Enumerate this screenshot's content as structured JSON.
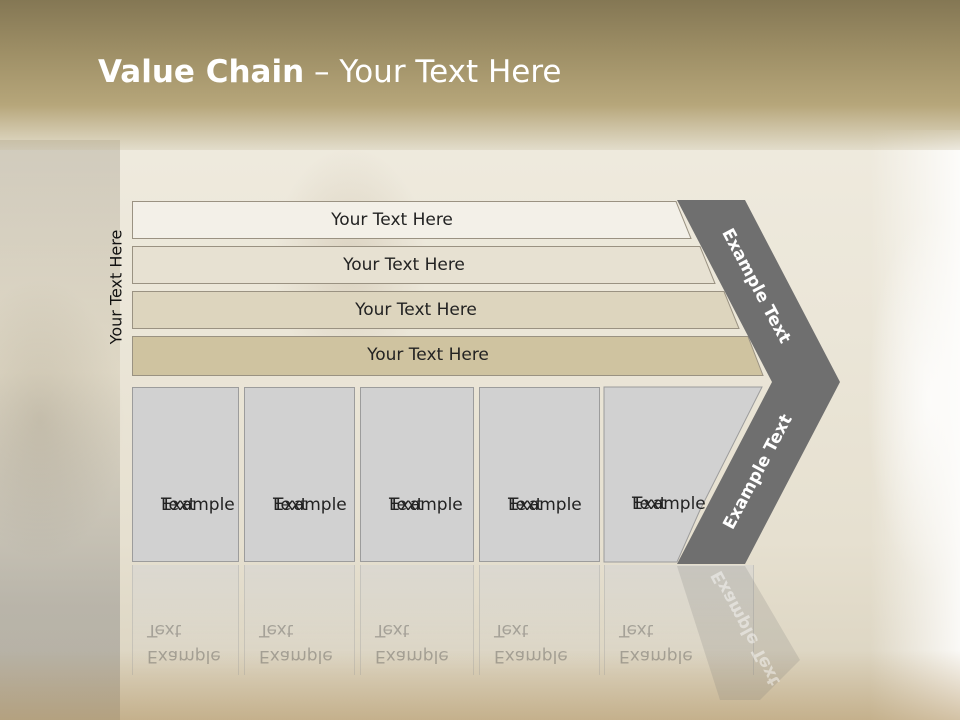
{
  "slide": {
    "title_bold": "Value Chain",
    "title_rest": " – Your Text Here",
    "vertical_label": "Your Text Here",
    "bars": [
      {
        "label": "Your Text Here",
        "fill": "#f3f0e8"
      },
      {
        "label": "Your Text Here",
        "fill": "#e7e1d2"
      },
      {
        "label": "Your Text Here",
        "fill": "#ddd5be"
      },
      {
        "label": "Your Text Here",
        "fill": "#cfc3a0"
      }
    ],
    "boxes": [
      {
        "line1": "Example",
        "line2": "Text"
      },
      {
        "line1": "Example",
        "line2": "Text"
      },
      {
        "line1": "Example",
        "line2": "Text"
      },
      {
        "line1": "Example",
        "line2": "Text"
      },
      {
        "line1": "Example",
        "line2": "Text"
      }
    ],
    "chevron_top_label": "Example Text",
    "chevron_bottom_label": "Example Text",
    "colors": {
      "chevron": "#6f6f6f",
      "box": "#d1d1d1",
      "bar_border": "#9a9282"
    }
  }
}
